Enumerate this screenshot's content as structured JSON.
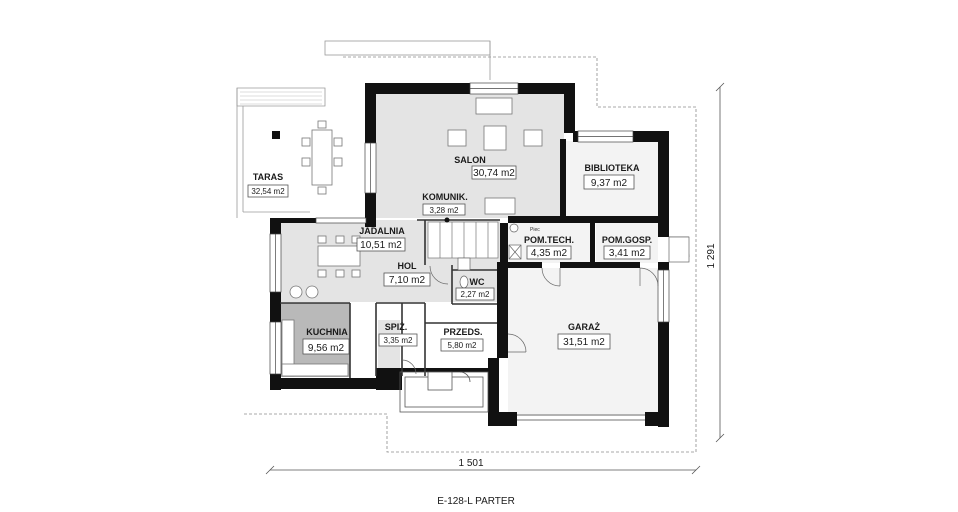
{
  "rooms": {
    "taras": {
      "name": "TARAS",
      "area": "32,54 m2"
    },
    "salon": {
      "name": "SALON",
      "area": "30,74 m2"
    },
    "biblioteka": {
      "name": "BIBLIOTEKA",
      "area": "9,37 m2"
    },
    "komunik": {
      "name": "KOMUNIK.",
      "area": "3,28 m2"
    },
    "jadalnia": {
      "name": "JADALNIA",
      "area": "10,51 m2"
    },
    "hol": {
      "name": "HOL",
      "area": "7,10 m2"
    },
    "pom_tech": {
      "name": "POM.TECH.",
      "area": "4,35 m2"
    },
    "pom_gosp": {
      "name": "POM.GOSP.",
      "area": "3,41 m2"
    },
    "wc": {
      "name": "WC",
      "area": "2,27 m2"
    },
    "kuchnia": {
      "name": "KUCHNIA",
      "area": "9,56 m2"
    },
    "spiz": {
      "name": "SPIŻ.",
      "area": "3,35 m2"
    },
    "przeds": {
      "name": "PRZEDS.",
      "area": "5,80 m2"
    },
    "garaz": {
      "name": "GARAŻ",
      "area": "31,51 m2"
    }
  },
  "labels": {
    "piec": "Piec"
  },
  "dimensions": {
    "width": "1 501",
    "depth": "1 291"
  },
  "caption": "E-128-L PARTER",
  "colors": {
    "wall": "#111111",
    "floor_gray": "#e4e4e4",
    "floor_light": "#f3f3f3",
    "kitchen": "#b9b9b9",
    "dashed": "#8c8c8c"
  }
}
